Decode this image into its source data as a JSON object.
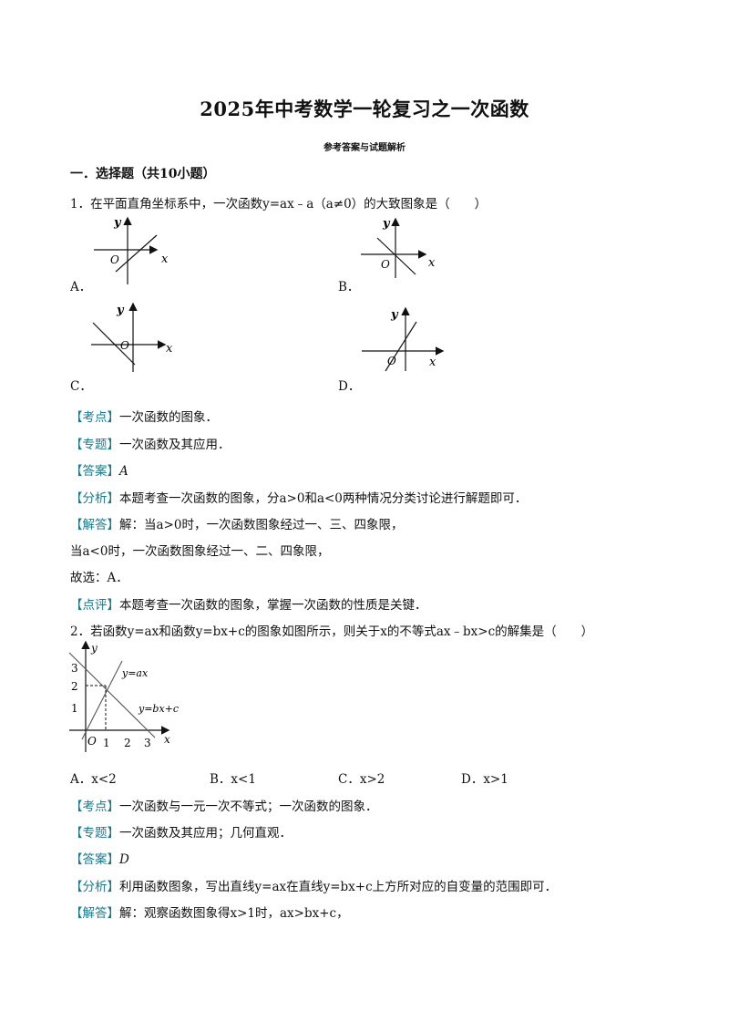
{
  "title": "2025年中考数学一轮复习之一次函数",
  "subtitle": "参考答案与试题解析",
  "section": "一．选择题（共10小题）",
  "q1": {
    "stem": "1．在平面直角坐标系中，一次函数y=ax﹣a（a≠0）的大致图象是（　　）",
    "graph_labels": {
      "y": "y",
      "x": "x",
      "o": "O"
    },
    "options": [
      "A．",
      "B．",
      "C．",
      "D．"
    ],
    "kaodian_tag": "【考点】",
    "kaodian": "一次函数的图象．",
    "zhuanti_tag": "【专题】",
    "zhuanti": "一次函数及其应用．",
    "daan_tag": "【答案】",
    "daan": "A",
    "fenxi_tag": "【分析】",
    "fenxi": "本题考查一次函数的图象，分a>0和a<0两种情况分类讨论进行解题即可．",
    "jieda_tag": "【解答】",
    "jieda_1": "解：当a>0时，一次函数图象经过一、三、四象限，",
    "jieda_2": "当a<0时，一次函数图象经过一、二、四象限，",
    "jieda_3": "故选：A．",
    "dianping_tag": "【点评】",
    "dianping": "本题考查一次函数的图象，掌握一次函数的性质是关键．"
  },
  "q2": {
    "stem": "2．若函数y=ax和函数y=bx+c的图象如图所示，则关于x的不等式ax﹣bx>c的解集是（　　）",
    "graph": {
      "y": "y",
      "x": "x",
      "o": "O",
      "y_ticks": [
        "1",
        "2",
        "3"
      ],
      "x_ticks": [
        "1",
        "2",
        "3"
      ],
      "line1": "y=ax",
      "line2": "y=bx+c"
    },
    "options": [
      "A．x<2",
      "B．x<1",
      "C．x>2",
      "D．x>1"
    ],
    "kaodian_tag": "【考点】",
    "kaodian": "一次函数与一元一次不等式；一次函数的图象．",
    "zhuanti_tag": "【专题】",
    "zhuanti": "一次函数及其应用；几何直观．",
    "daan_tag": "【答案】",
    "daan": "D",
    "fenxi_tag": "【分析】",
    "fenxi": "利用函数图象，写出直线y=ax在直线y=bx+c上方所对应的自变量的范围即可．",
    "jieda_tag": "【解答】",
    "jieda": "解：观察函数图象得x>1时，ax>bx+c，"
  }
}
